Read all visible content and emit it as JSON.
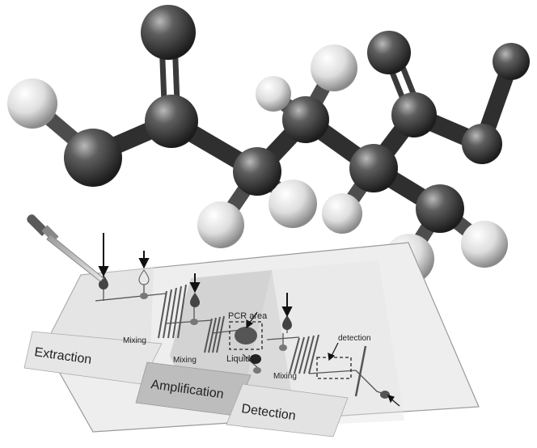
{
  "labels": {
    "mixing_1": "Mixing",
    "mixing_2": "Mixing",
    "mixing_3": "Mixing",
    "pcr_area": "PCR area",
    "liquid": "Liquid",
    "detection_small": "detection"
  },
  "zones": [
    {
      "label": "Extraction"
    },
    {
      "label": "Amplification"
    },
    {
      "label": "Detection"
    }
  ],
  "colors": {
    "chip_face": "#efefef",
    "zone_extraction": "#e2e2e2",
    "zone_amplification": "#cfcfcf",
    "zone_detection": "#e6e6e6",
    "atom_dark": "#4a4a4a",
    "atom_light": "#ececec"
  },
  "icons": [
    "pipette-icon",
    "arrow-down-icon",
    "droplet-icon"
  ]
}
